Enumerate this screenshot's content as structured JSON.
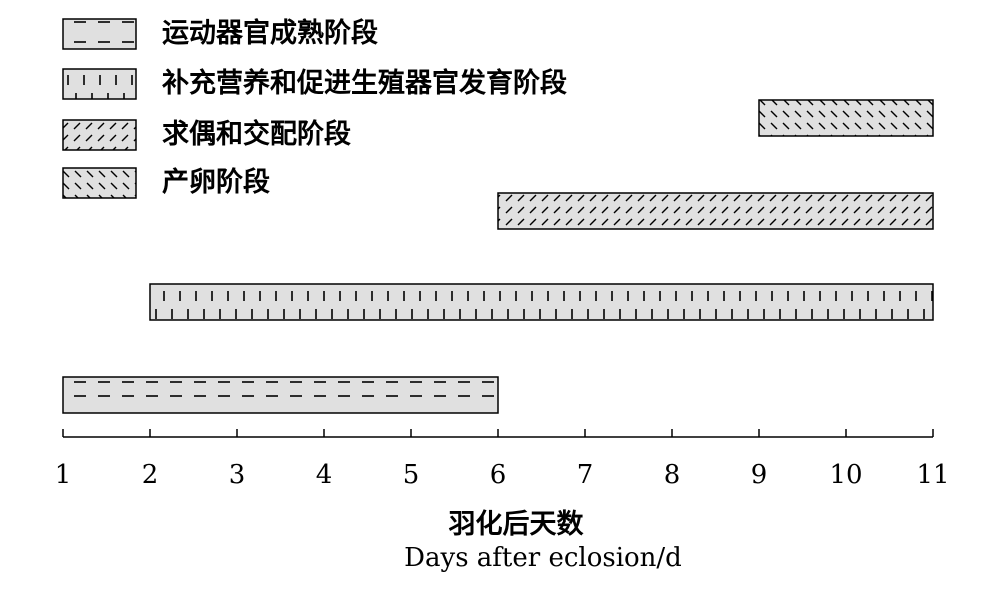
{
  "chart_data": {
    "type": "gantt",
    "xlabel_cn": "羽化后天数",
    "xlabel_en": "Days after eclosion/d",
    "x_ticks": [
      1,
      2,
      3,
      4,
      5,
      6,
      7,
      8,
      9,
      10,
      11
    ],
    "xlim": [
      1,
      11
    ],
    "grid": false,
    "legend_position": "top-left",
    "bar_fill": "#e0e0e0",
    "series": [
      {
        "name": "运动器官成熟阶段",
        "pattern": "dash",
        "start": 1,
        "end": 6
      },
      {
        "name": "补充营养和促进生殖器官发育阶段",
        "pattern": "vertical",
        "start": 2,
        "end": 11
      },
      {
        "name": "求偶和交配阶段",
        "pattern": "diagonal",
        "start": 6,
        "end": 11
      },
      {
        "name": "产卵阶段",
        "pattern": "backslash",
        "start": 9,
        "end": 11
      }
    ]
  }
}
